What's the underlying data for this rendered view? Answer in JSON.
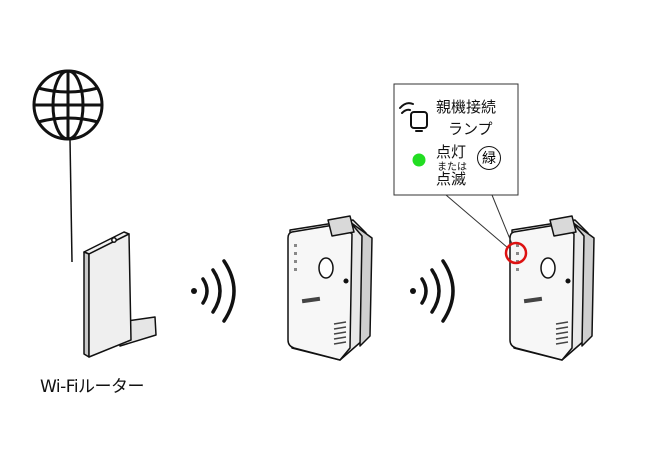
{
  "labels": {
    "router": "Wi-Fiルーター",
    "callout_title_line1": "親機接続",
    "callout_title_line2": "ランプ",
    "status_on": "点灯",
    "status_or": "または",
    "status_blink": "点滅",
    "color_badge": "緑"
  },
  "colors": {
    "led_green": "#22dd22",
    "highlight_red": "#dd1111",
    "callout_border": "#333333"
  },
  "icons": {
    "internet": "globe-icon",
    "wireless": "wifi-signal-icon",
    "lamp": "parent-connection-lamp-icon"
  }
}
